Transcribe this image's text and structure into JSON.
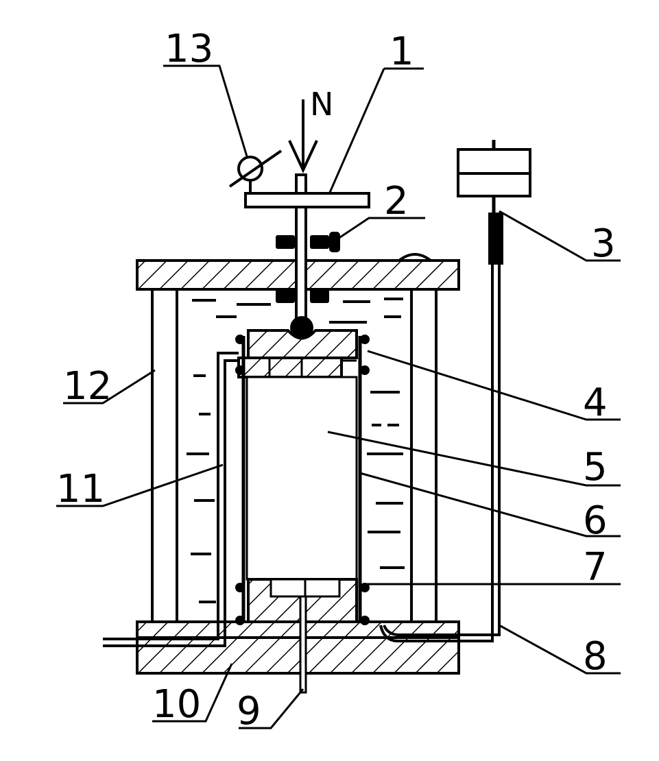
{
  "force_label": "N",
  "callouts": [
    {
      "id": "1",
      "text": "1"
    },
    {
      "id": "2",
      "text": "2"
    },
    {
      "id": "3",
      "text": "3"
    },
    {
      "id": "4",
      "text": "4"
    },
    {
      "id": "5",
      "text": "5"
    },
    {
      "id": "6",
      "text": "6"
    },
    {
      "id": "7",
      "text": "7"
    },
    {
      "id": "8",
      "text": "8"
    },
    {
      "id": "9",
      "text": "9"
    },
    {
      "id": "10",
      "text": "10"
    },
    {
      "id": "11",
      "text": "11"
    },
    {
      "id": "12",
      "text": "12"
    },
    {
      "id": "13",
      "text": "13"
    }
  ]
}
